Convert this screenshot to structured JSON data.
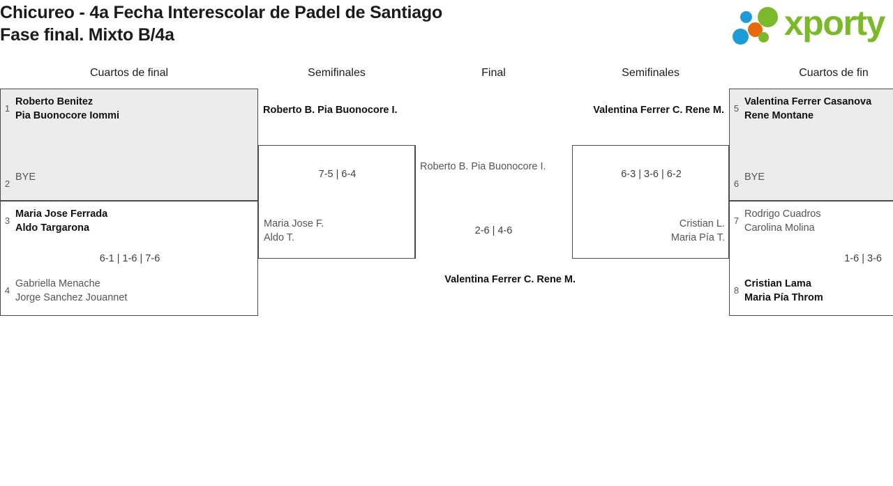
{
  "header": {
    "title_line1": "Chicureo - 4a Fecha Interescolar de Padel de Santiago",
    "title_line2": "Fase final. Mixto B/4a",
    "logo_text": "xporty"
  },
  "rounds": [
    {
      "label": "Cuartos de final"
    },
    {
      "label": "Semifinales"
    },
    {
      "label": "Final"
    },
    {
      "label": "Semifinales"
    },
    {
      "label": "Cuartos de fin"
    }
  ],
  "bracket": {
    "left_quarterfinals": [
      {
        "top": {
          "seed": "1",
          "line1": "Roberto Benitez",
          "line2": "Pia Buonocore Iommi",
          "winner": true
        },
        "bottom": {
          "seed": "2",
          "line1": "BYE",
          "line2": "",
          "winner": false
        },
        "score": ""
      },
      {
        "top": {
          "seed": "3",
          "line1": "Maria Jose Ferrada",
          "line2": "Aldo Targarona",
          "winner": true
        },
        "bottom": {
          "seed": "4",
          "line1": "Gabriella Menache",
          "line2": "Jorge Sanchez Jouannet",
          "winner": false
        },
        "score": "6-1 | 1-6 | 7-6"
      }
    ],
    "left_semifinal": {
      "top": {
        "line1": "Roberto B.",
        "line2": "Pia Buonocore I.",
        "winner": true
      },
      "bottom": {
        "line1": "Maria Jose F.",
        "line2": "Aldo T.",
        "winner": false
      },
      "score": "7-5 | 6-4"
    },
    "final": {
      "top": {
        "line1": "Roberto B.",
        "line2": "Pia Buonocore I.",
        "winner": false
      },
      "bottom": {
        "line1": "Valentina Ferrer C.",
        "line2": "Rene M.",
        "winner": true
      },
      "score": "2-6 | 4-6"
    },
    "right_semifinal": {
      "top": {
        "line1": "Valentina Ferrer C.",
        "line2": "Rene M.",
        "winner": true
      },
      "bottom": {
        "line1": "Cristian L.",
        "line2": "Maria Pía T.",
        "winner": false
      },
      "score": "6-3 | 3-6 | 6-2"
    },
    "right_quarterfinals": [
      {
        "top": {
          "seed": "5",
          "line1": "Valentina Ferrer Casanova",
          "line2": "Rene Montane",
          "winner": true
        },
        "bottom": {
          "seed": "6",
          "line1": "BYE",
          "line2": "",
          "winner": false
        },
        "score": ""
      },
      {
        "top": {
          "seed": "7",
          "line1": "Rodrigo Cuadros",
          "line2": "Carolina Molina",
          "winner": false
        },
        "bottom": {
          "seed": "8",
          "line1": "Cristian Lama",
          "line2": "Maria Pía Throm",
          "winner": true
        },
        "score": "1-6 | 3-6"
      }
    ]
  },
  "colors": {
    "logo_green": "#7ab929",
    "logo_blue": "#1e9cd7",
    "logo_orange": "#e8690b",
    "box_border": "#4a4a4a",
    "box_shaded": "#ececec",
    "winner_text": "#111111",
    "loser_text": "#555555"
  }
}
